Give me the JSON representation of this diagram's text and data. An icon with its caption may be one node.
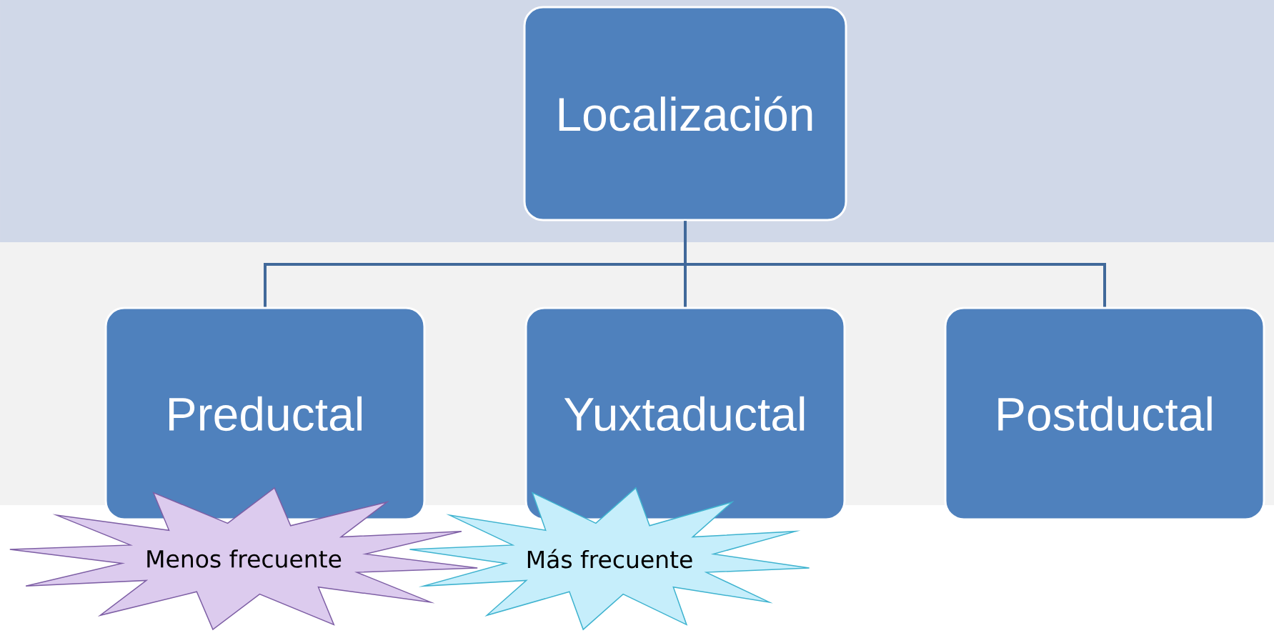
{
  "diagram": {
    "nodes": [
      {
        "text": [
          "Localización"
        ]
      },
      {
        "text": [
          "Preductal"
        ]
      },
      {
        "text": [
          "Yuxtaductal"
        ]
      },
      {
        "text": [
          "Postductal"
        ]
      },
      {
        "text": [
          "Menos frecuente"
        ]
      },
      {
        "text": [
          "Más frecuente"
        ]
      }
    ],
    "edges": [
      {
        "from": 0,
        "to": 1,
        "arrow": "none"
      },
      {
        "from": 0,
        "to": 2,
        "arrow": "none"
      },
      {
        "from": 0,
        "to": 3,
        "arrow": "none"
      }
    ]
  }
}
